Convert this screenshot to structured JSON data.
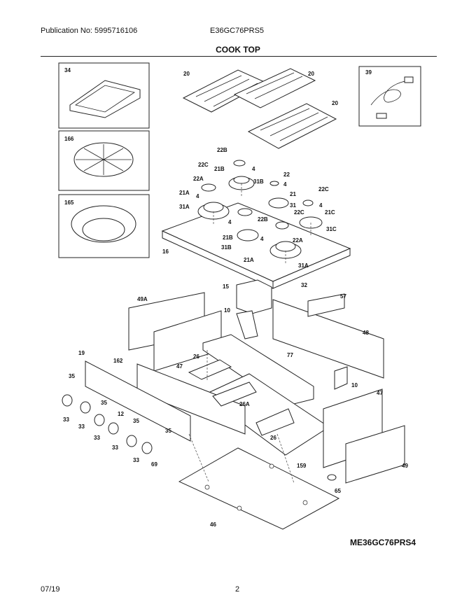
{
  "header": {
    "publication": "Publication No: 5995716106",
    "model": "E36GC76PRS5"
  },
  "section_title": "COOK TOP",
  "diagram_code": "ME36GC76PRS4",
  "footer": {
    "date": "07/19",
    "page": "2"
  },
  "callouts": {
    "c34": "34",
    "c166": "166",
    "c165": "165",
    "c39": "39",
    "c20a": "20",
    "c20b": "20",
    "c20c": "20",
    "c22b_top": "22B",
    "c22c_l": "22C",
    "c21b_t": "21B",
    "c4_a": "4",
    "c22_r": "22",
    "c22a_l": "22A",
    "c31b_t": "31B",
    "c4_b": "4",
    "c4_c": "4",
    "c21a_l": "21A",
    "c21_r": "21",
    "c22c_r": "22C",
    "c31a_l": "31A",
    "c31_r": "31",
    "c4_d": "4",
    "c22c_m": "22C",
    "c21c_r": "21C",
    "c22b_m": "22B",
    "c4_e": "4",
    "c31c_r": "31C",
    "c16": "16",
    "c21b_b": "21B",
    "c4_f": "4",
    "c22a_m": "22A",
    "c31b_b": "31B",
    "c21a_b": "21A",
    "c31a_b": "31A",
    "c15": "15",
    "c32": "32",
    "c57": "57",
    "c49a": "49A",
    "c10a": "10",
    "c48": "48",
    "c77": "77",
    "c47a": "47",
    "c26a": "26",
    "c19": "19",
    "c162": "162",
    "c35a": "35",
    "c35b": "35",
    "c35c": "35",
    "c35d": "35",
    "c10b": "10",
    "c47b": "47",
    "c33a": "33",
    "c33b": "33",
    "c33c": "33",
    "c33d": "33",
    "c33e": "33",
    "c12": "12",
    "c26A": "26A",
    "c26b": "26",
    "c69": "69",
    "c159": "159",
    "c49": "49",
    "c65": "65",
    "c46": "46"
  }
}
